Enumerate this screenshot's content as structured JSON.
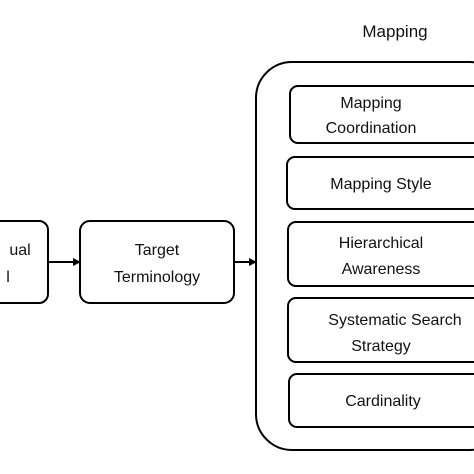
{
  "diagram": {
    "left_node": {
      "line1": "ual",
      "line2": "l"
    },
    "target_node": {
      "line1": "Target",
      "line2": "Terminology"
    },
    "group": {
      "title": "Mapping",
      "items": [
        {
          "line1": "Mapping",
          "line2": "Coordination"
        },
        {
          "line1": "Mapping Style",
          "line2": ""
        },
        {
          "line1": "Hierarchical",
          "line2": "Awareness"
        },
        {
          "line1": "Systematic Search",
          "line2": "Strategy"
        },
        {
          "line1": "Cardinality",
          "line2": ""
        }
      ]
    },
    "colors": {
      "stroke": "#000000",
      "text": "#111111",
      "background": "#ffffff"
    }
  }
}
